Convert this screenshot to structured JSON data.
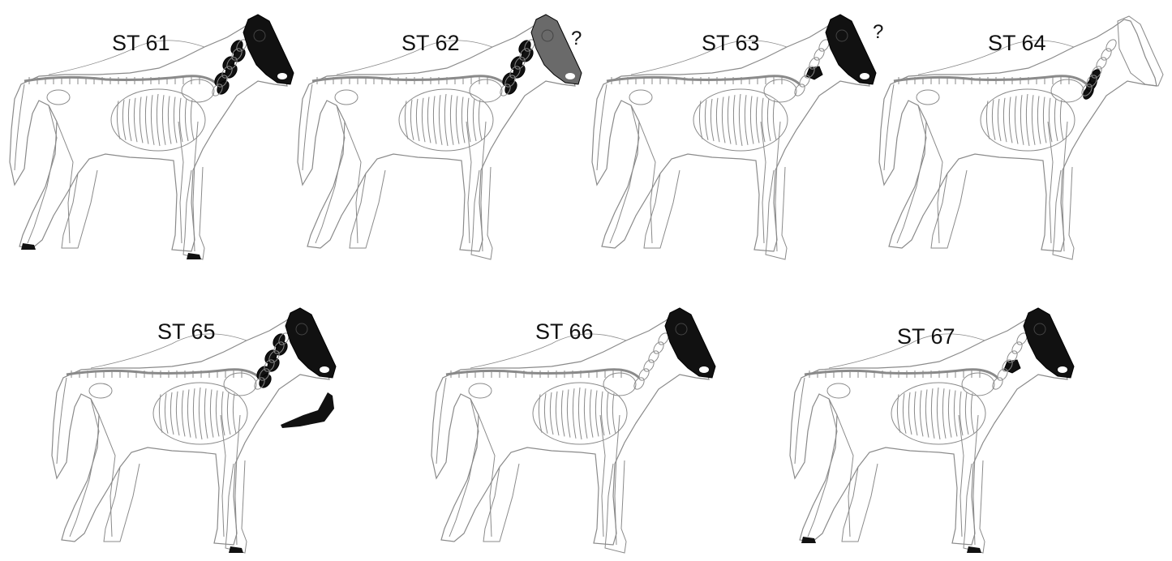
{
  "figure": {
    "panels": [
      {
        "id": "p61",
        "label": "ST 61",
        "query": "",
        "skull": "#111111",
        "neck": "full",
        "hoofFront": true,
        "hoofHind": true,
        "mandible": false
      },
      {
        "id": "p62",
        "label": "ST 62",
        "query": "?",
        "skull": "#6a6a6a",
        "neck": "full",
        "hoofFront": false,
        "hoofHind": false,
        "mandible": false
      },
      {
        "id": "p63",
        "label": "ST 63",
        "query": "?",
        "skull": "#111111",
        "neck": "one",
        "hoofFront": false,
        "hoofHind": false,
        "mandible": false
      },
      {
        "id": "p64",
        "label": "ST 64",
        "query": "",
        "skull": "none",
        "neck": "lower",
        "hoofFront": false,
        "hoofHind": false,
        "mandible": false
      },
      {
        "id": "p65",
        "label": "ST 65",
        "query": "",
        "skull": "#111111",
        "neck": "full",
        "hoofFront": true,
        "hoofHind": false,
        "mandible": true
      },
      {
        "id": "p66",
        "label": "ST 66",
        "query": "",
        "skull": "#111111",
        "neck": "none",
        "hoofFront": false,
        "hoofHind": false,
        "mandible": false
      },
      {
        "id": "p67",
        "label": "ST 67",
        "query": "",
        "skull": "#111111",
        "neck": "one",
        "hoofFront": true,
        "hoofHind": true,
        "mandible": false
      }
    ],
    "colors": {
      "outline": "#8a8a8a",
      "bone": "#111111",
      "partial": "#6a6a6a"
    }
  }
}
